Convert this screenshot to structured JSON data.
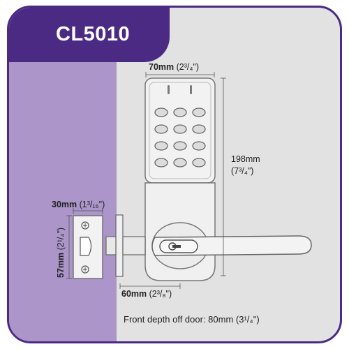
{
  "header": {
    "model": "CL5010"
  },
  "dimensions": {
    "top_width": {
      "value": "70mm",
      "imperial": "(2³/₄\")"
    },
    "height": {
      "value": "198mm",
      "imperial": "(7³/₄\")"
    },
    "latch_width": {
      "value": "30mm",
      "imperial": "(1³/₁₆\")"
    },
    "latch_height": {
      "value": "57mm",
      "imperial": "(2¹/₄\")"
    },
    "backset": {
      "value": "60mm",
      "imperial": "(2³/₈\")"
    }
  },
  "footer": {
    "depth_note": "Front depth off door: 80mm (3¹/₄\")"
  },
  "colors": {
    "brand_purple": "#4b2a84",
    "panel_lavender": "#ab95c9",
    "background_grey": "#e2e2e2"
  }
}
